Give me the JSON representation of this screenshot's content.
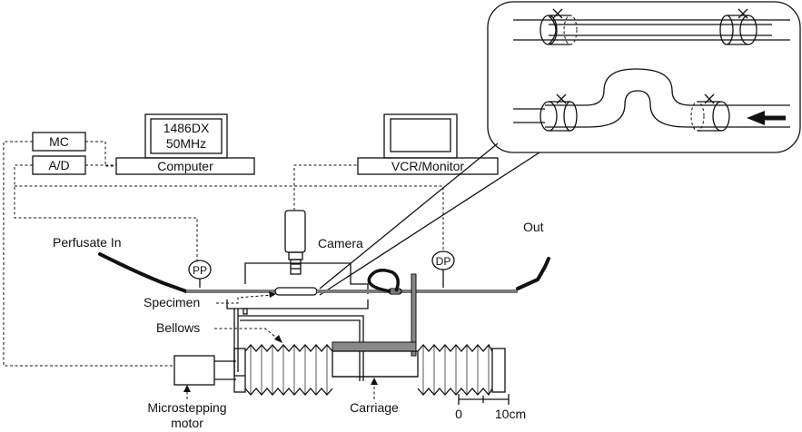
{
  "labels": {
    "mc": "MC",
    "ad": "A/D",
    "computer": "Computer",
    "screen_line1": "1486DX",
    "screen_line2": "50MHz",
    "vcr_monitor": "VCR/Monitor",
    "camera": "Camera",
    "perfusate_in": "Perfusate In",
    "out": "Out",
    "pp": "PP",
    "dp": "DP",
    "specimen": "Specimen",
    "bellows": "Bellows",
    "microstepping_1": "Microstepping",
    "microstepping_2": "motor",
    "carriage": "Carriage",
    "scale_0": "0",
    "scale_10": "10cm"
  },
  "colors": {
    "line": "#111111",
    "tube": "#7a7a7a",
    "background": "#ffffff"
  }
}
